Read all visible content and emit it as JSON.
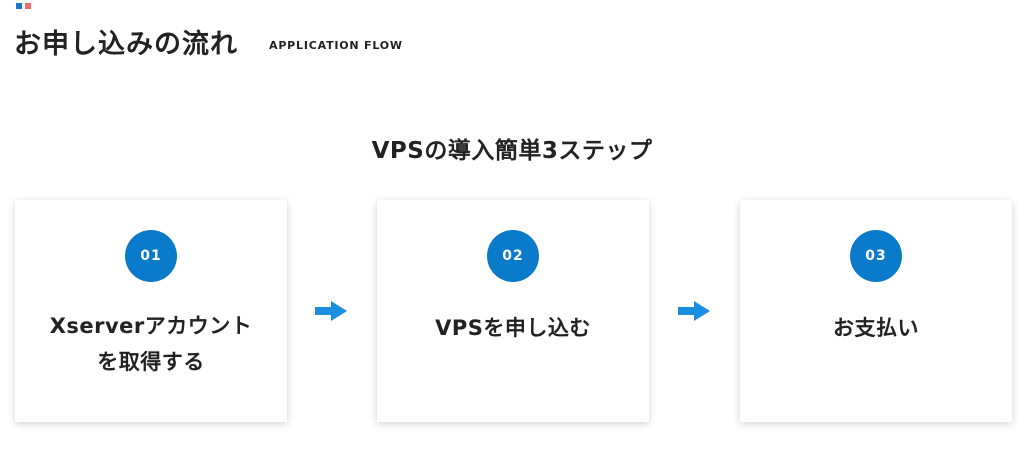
{
  "header": {
    "title": "お申し込みの流れ",
    "subtitle": "APPLICATION FLOW"
  },
  "lead": "VPSの導入簡単3ステップ",
  "steps": [
    {
      "number": "01",
      "label_line1": "Xserverアカウント",
      "label_line2": "を取得する"
    },
    {
      "number": "02",
      "label_line1": "VPSを申し込む"
    },
    {
      "number": "03",
      "label_line1": "お支払い"
    }
  ],
  "colors": {
    "accent_blue": "#0a7acb",
    "arrow_blue": "#1a8fe0",
    "deco_red": "#f26b6b"
  },
  "icons": {
    "step_arrow": "arrow-right-icon"
  }
}
